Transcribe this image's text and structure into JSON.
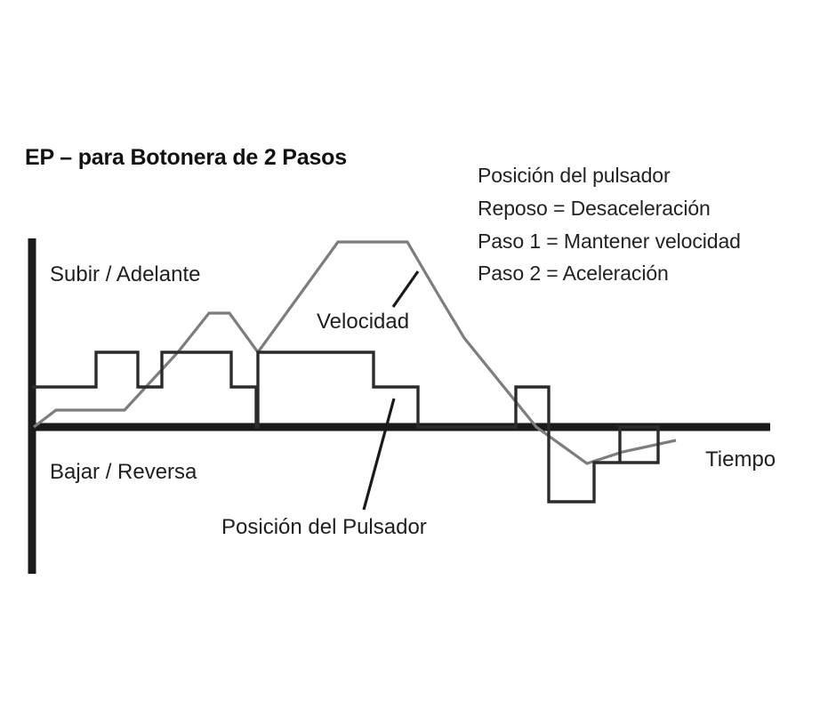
{
  "title": "EP – para Botonera de 2 Pasos",
  "legend": {
    "lines": [
      "Posición del pulsador",
      "Reposo = Desaceleración",
      "Paso 1 = Mantener velocidad",
      "Paso 2 = Aceleración"
    ]
  },
  "axis_labels": {
    "positive_direction": "Subir / Adelante",
    "negative_direction": "Bajar / Reversa",
    "time": "Tiempo"
  },
  "series_labels": {
    "velocity": "Velocidad",
    "pushbutton": "Posición del Pulsador"
  },
  "colors": {
    "axis": "#1a1a1a",
    "pushbutton_trace": "#2b2b2b",
    "velocity_trace": "#7d7d7d",
    "leader": "#1a1a1a",
    "background": "#ffffff",
    "text": "#1f1f1f"
  },
  "chart_data": {
    "type": "line",
    "title": "EP – para Botonera de 2 Pasos",
    "xlabel": "Tiempo",
    "ylabel": "",
    "grid": false,
    "legend_position": "top-right",
    "levels": {
      "paso_2": 2,
      "paso_1": 1,
      "reposo": 0,
      "paso_1_neg": -1,
      "paso_2_neg": -2
    },
    "axis": {
      "y_axis_x": 36,
      "y_axis_top": 268,
      "y_axis_bottom": 645,
      "x_axis_y": 480,
      "x_axis_left": 36,
      "x_axis_right": 866
    },
    "pixel_scale": {
      "level2_y": 396,
      "level1_y": 435,
      "zero_y": 480,
      "level1_neg_y": 520,
      "level2_neg_y": 564
    },
    "series": [
      {
        "name": "Posición del Pulsador",
        "style": "step",
        "color": "#2b2b2b",
        "points": [
          [
            36,
            435
          ],
          [
            108,
            435
          ],
          [
            108,
            396
          ],
          [
            155,
            396
          ],
          [
            155,
            435
          ],
          [
            182,
            435
          ],
          [
            182,
            396
          ],
          [
            260,
            396
          ],
          [
            260,
            435
          ],
          [
            288,
            435
          ],
          [
            288,
            480
          ],
          [
            290,
            480
          ],
          [
            290,
            396
          ],
          [
            420,
            396
          ],
          [
            420,
            435
          ],
          [
            470,
            435
          ],
          [
            470,
            480
          ],
          [
            580,
            480
          ],
          [
            580,
            435
          ],
          [
            617,
            435
          ],
          [
            617,
            564
          ],
          [
            668,
            564
          ],
          [
            668,
            520
          ],
          [
            697,
            520
          ],
          [
            697,
            480
          ],
          [
            740,
            480
          ],
          [
            740,
            520
          ],
          [
            697,
            520
          ]
        ]
      },
      {
        "name": "Velocidad",
        "style": "ramp",
        "color": "#7d7d7d",
        "points": [
          [
            38,
            480
          ],
          [
            63,
            461
          ],
          [
            140,
            461
          ],
          [
            200,
            396
          ],
          [
            235,
            352
          ],
          [
            258,
            352
          ],
          [
            290,
            396
          ],
          [
            380,
            272
          ],
          [
            458,
            272
          ],
          [
            492,
            330
          ],
          [
            522,
            380
          ],
          [
            603,
            480
          ],
          [
            660,
            521
          ],
          [
            700,
            508
          ],
          [
            760,
            495
          ]
        ]
      }
    ],
    "annotations": [
      {
        "text": "Velocidad",
        "leader_from": [
          442,
          345
        ],
        "leader_to": [
          470,
          305
        ]
      },
      {
        "text": "Posición del Pulsador",
        "leader_from": [
          409,
          573
        ],
        "leader_to": [
          443,
          448
        ]
      }
    ]
  }
}
